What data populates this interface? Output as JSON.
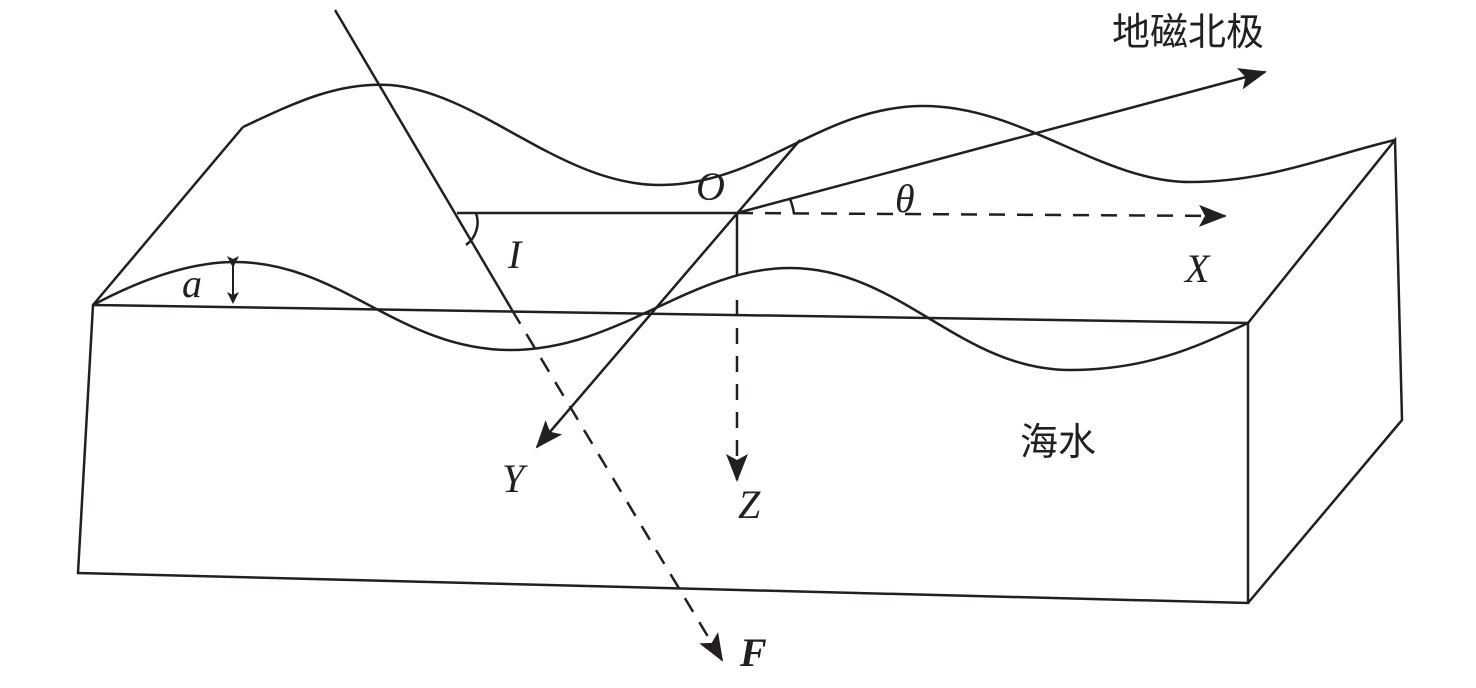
{
  "labels": {
    "north_pole": "地磁北极",
    "origin": "O",
    "theta": "θ",
    "inclination": "I",
    "x_axis": "X",
    "y_axis": "Y",
    "z_axis": "Z",
    "amplitude": "a",
    "field": "F",
    "seawater": "海水"
  }
}
